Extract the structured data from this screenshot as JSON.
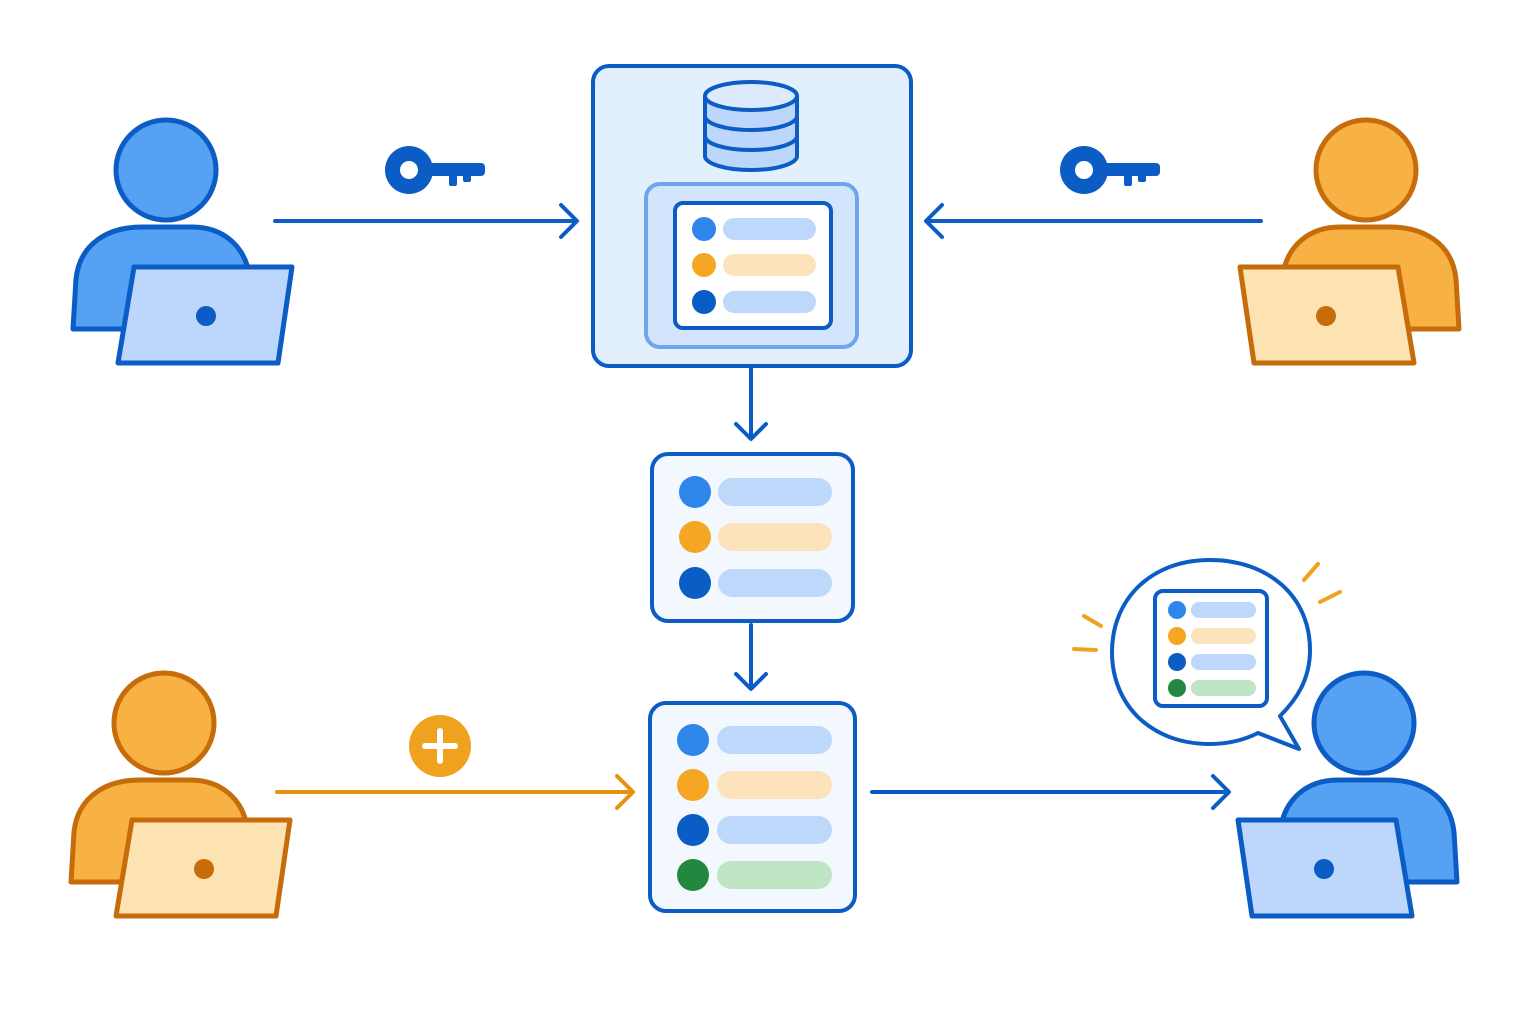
{
  "colors": {
    "blue_dark": "#0b5cc4",
    "blue_mid": "#3d8ff0",
    "blue_light": "#bcd7fb",
    "blue_panel": "#e2effd",
    "blue_row": "#bdd8fa",
    "orange_dark": "#c66c0a",
    "orange_mid": "#f7b243",
    "orange_light": "#fde2b2",
    "orange_row": "#fde3bb",
    "green_dark": "#23883f",
    "green_row": "#bfe5c4",
    "arrow_blue": "#0b5cc4",
    "arrow_orange": "#e8900f",
    "white": "#ffffff"
  },
  "actors": [
    {
      "id": "user-top-left",
      "theme": "blue",
      "icon": "person-with-laptop-icon"
    },
    {
      "id": "user-top-right",
      "theme": "orange",
      "icon": "person-with-laptop-icon"
    },
    {
      "id": "user-bottom-left",
      "theme": "orange",
      "icon": "person-with-laptop-icon"
    },
    {
      "id": "user-bottom-right",
      "theme": "blue",
      "icon": "person-with-laptop-icon"
    }
  ],
  "nodes": {
    "database_server": {
      "icon": "database-icon",
      "list_items": [
        "blue",
        "orange",
        "blue-dark"
      ]
    },
    "shared_list": {
      "list_items": [
        "blue",
        "orange",
        "blue-dark"
      ]
    },
    "updated_list": {
      "list_items": [
        "blue",
        "orange",
        "blue-dark",
        "green"
      ]
    },
    "speech_bubble": {
      "list_items": [
        "blue",
        "orange",
        "blue-dark",
        "green"
      ]
    }
  },
  "connectors": [
    {
      "from": "user-top-left",
      "to": "database_server",
      "badge": "key-icon",
      "color": "blue"
    },
    {
      "from": "user-top-right",
      "to": "database_server",
      "badge": "key-icon",
      "color": "blue"
    },
    {
      "from": "database_server",
      "to": "shared_list",
      "color": "blue"
    },
    {
      "from": "shared_list",
      "to": "updated_list",
      "color": "blue"
    },
    {
      "from": "user-bottom-left",
      "to": "updated_list",
      "badge": "plus-icon",
      "color": "orange"
    },
    {
      "from": "updated_list",
      "to": "user-bottom-right",
      "color": "blue"
    }
  ]
}
